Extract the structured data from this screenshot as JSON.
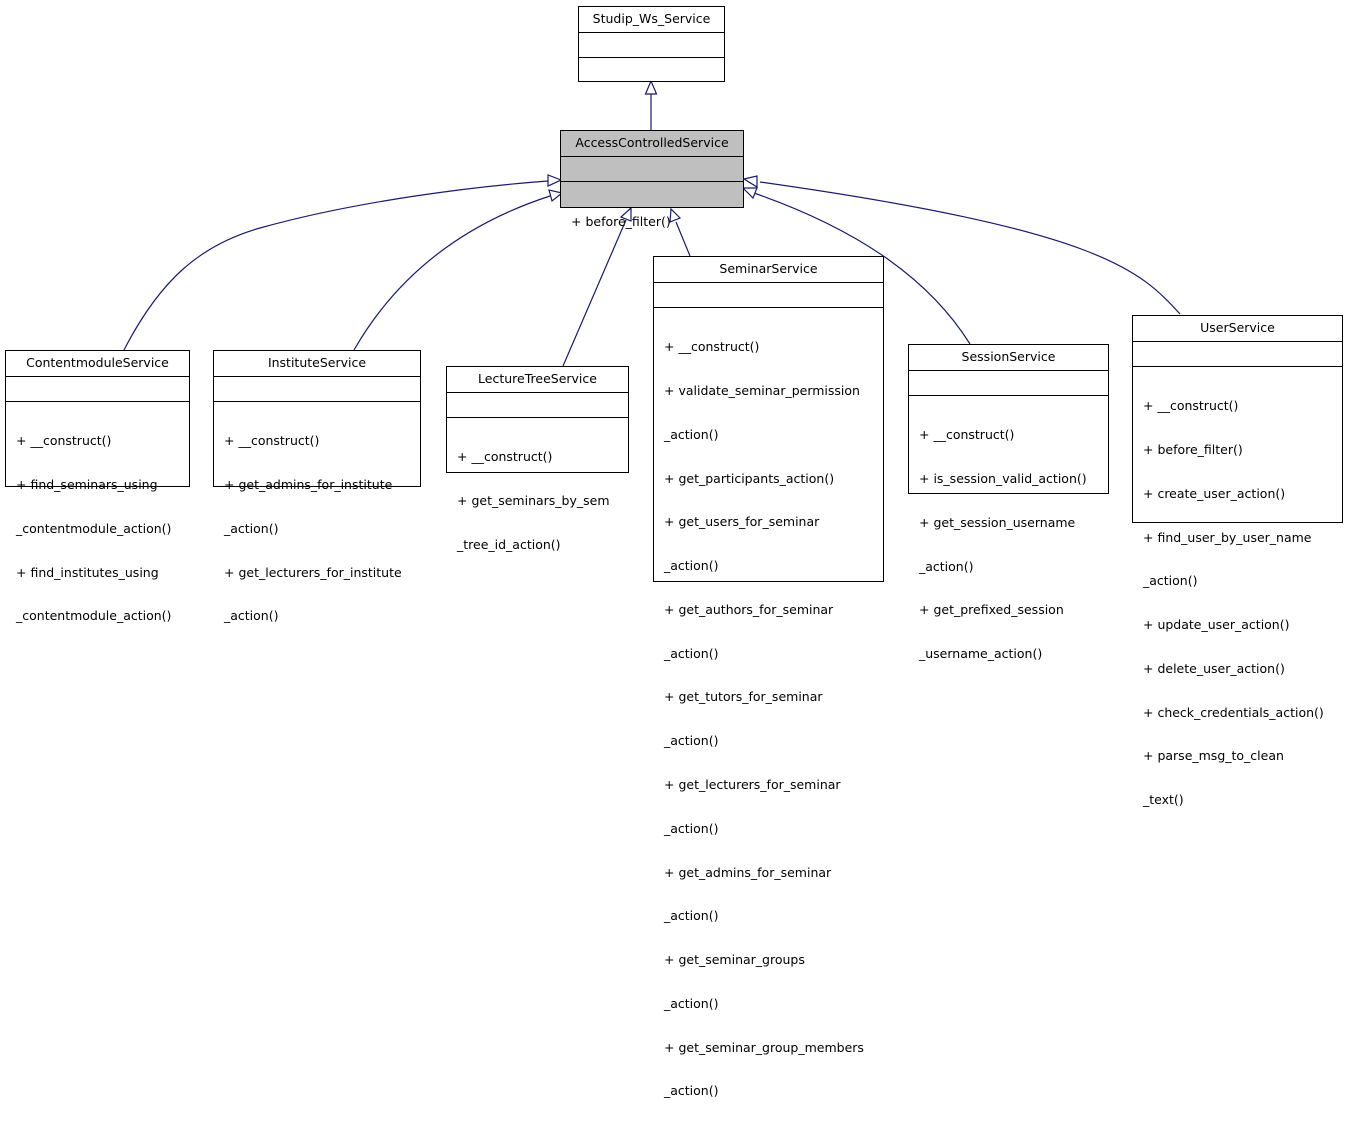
{
  "classes": {
    "studip_ws_service": {
      "name": "Studip_Ws_Service",
      "ops": []
    },
    "access_controlled_service": {
      "name": "AccessControlledService",
      "ops": [
        "+ before_filter()"
      ]
    },
    "contentmodule_service": {
      "name": "ContentmoduleService",
      "ops": [
        "+ __construct()",
        "+ find_seminars_using",
        "_contentmodule_action()",
        "+ find_institutes_using",
        "_contentmodule_action()"
      ]
    },
    "institute_service": {
      "name": "InstituteService",
      "ops": [
        "+ __construct()",
        "+ get_admins_for_institute",
        "_action()",
        "+ get_lecturers_for_institute",
        "_action()"
      ]
    },
    "lecture_tree_service": {
      "name": "LectureTreeService",
      "ops": [
        "+ __construct()",
        "+ get_seminars_by_sem",
        "_tree_id_action()"
      ]
    },
    "seminar_service": {
      "name": "SeminarService",
      "ops": [
        "+ __construct()",
        "+ validate_seminar_permission",
        "_action()",
        "+ get_participants_action()",
        "+ get_users_for_seminar",
        "_action()",
        "+ get_authors_for_seminar",
        "_action()",
        "+ get_tutors_for_seminar",
        "_action()",
        "+ get_lecturers_for_seminar",
        "_action()",
        "+ get_admins_for_seminar",
        "_action()",
        "+ get_seminar_groups",
        "_action()",
        "+ get_seminar_group_members",
        "_action()"
      ]
    },
    "session_service": {
      "name": "SessionService",
      "ops": [
        "+ __construct()",
        "+ is_session_valid_action()",
        "+ get_session_username",
        "_action()",
        "+ get_prefixed_session",
        "_username_action()"
      ]
    },
    "user_service": {
      "name": "UserService",
      "ops": [
        "+ __construct()",
        "+ before_filter()",
        "+ create_user_action()",
        "+ find_user_by_user_name",
        "_action()",
        "+ update_user_action()",
        "+ delete_user_action()",
        "+ check_credentials_action()",
        "+ parse_msg_to_clean",
        "_text()"
      ]
    }
  },
  "colors": {
    "edge": "#191970",
    "highlight": "#bfbfbf",
    "border": "#000000",
    "box": "#ffffff"
  }
}
